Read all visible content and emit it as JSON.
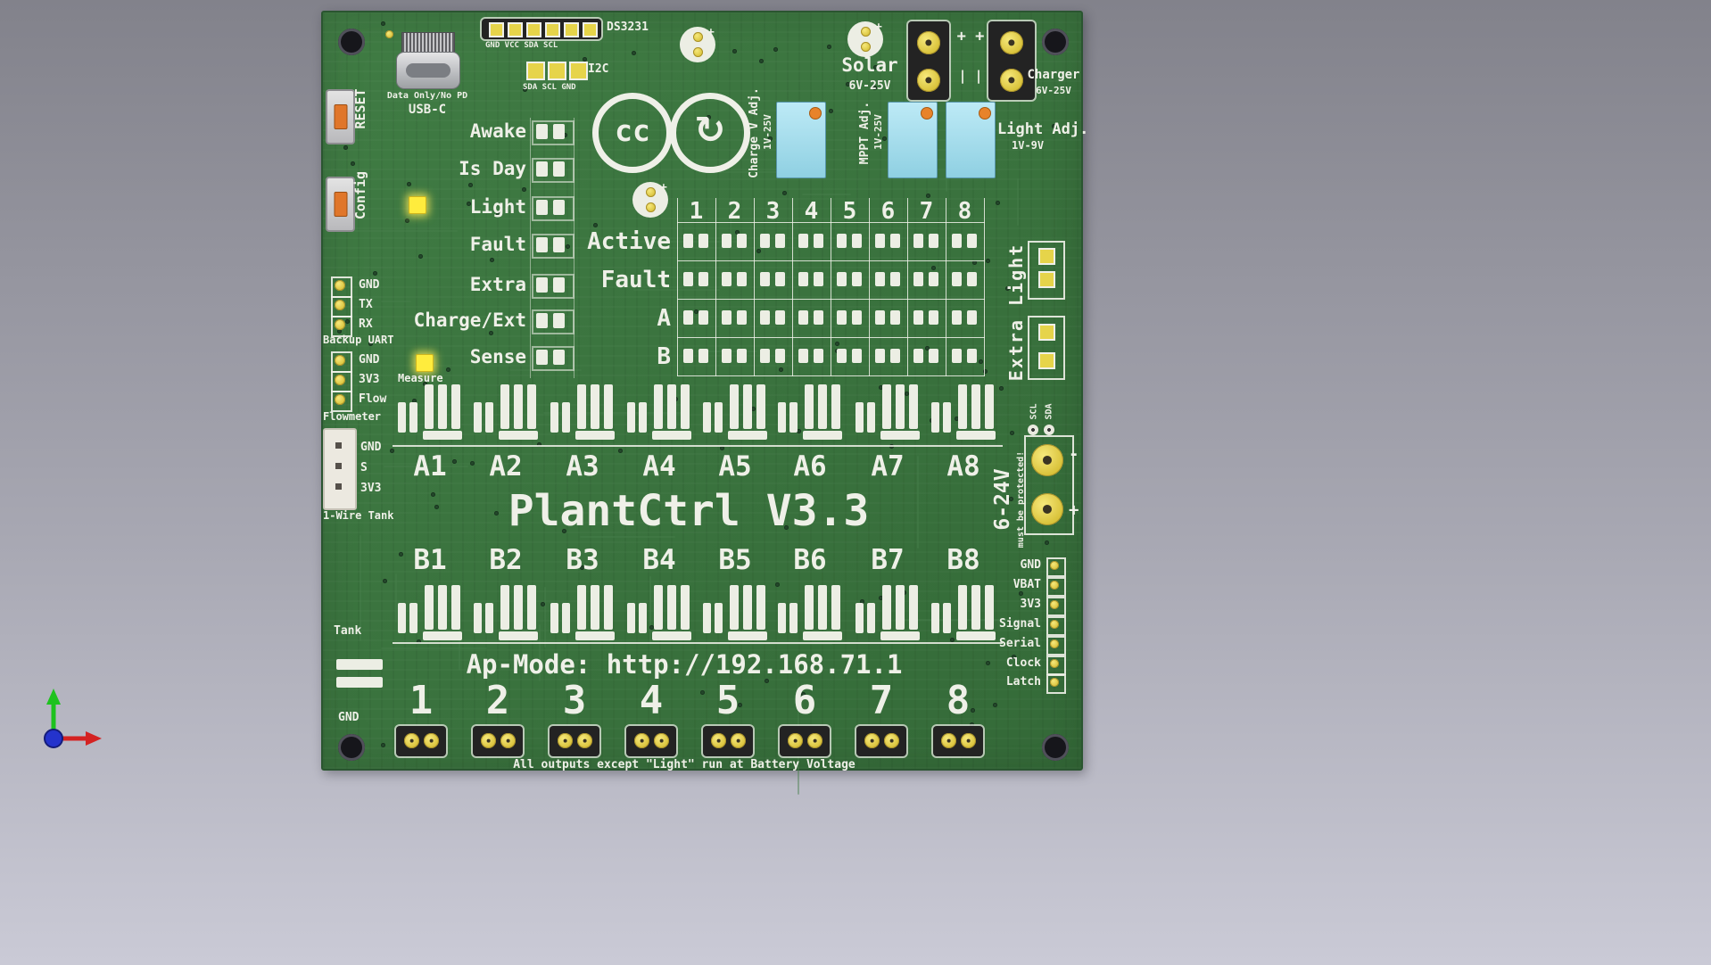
{
  "header": {
    "ds3231_label": "DS3231",
    "ds3231_pins": "GND VCC SDA SCL",
    "usbc_note": "Data Only/No PD",
    "usbc_label": "USB-C",
    "i2c_label": "I2C",
    "i2c_pins": "SDA SCL GND",
    "reset_label": "RESET",
    "config_label": "Config",
    "cc_text": "cc",
    "sharealike_arrow": "↻",
    "solar_label": "Solar",
    "solar_range": "6V-25V",
    "charger_label": "Charger",
    "charger_range": "6V-25V",
    "polarity_plus": "+ +",
    "polarity_minus": "| |",
    "plus_mark": "+"
  },
  "pots": [
    {
      "label": "Charge V Adj.",
      "range": "1V-25V"
    },
    {
      "label": "MPPT Adj.",
      "range": "1V-25V"
    },
    {
      "label": "Light Adj.",
      "range": "1V-9V"
    }
  ],
  "status_leds": [
    "Awake",
    "Is Day",
    "Light",
    "Fault",
    "Extra",
    "Charge/Ext",
    "Sense"
  ],
  "measure_label": "Measure",
  "matrix": {
    "columns": [
      "1",
      "2",
      "3",
      "4",
      "5",
      "6",
      "7",
      "8"
    ],
    "rows": [
      "Active",
      "Fault",
      "A",
      "B"
    ]
  },
  "extra_light_label": "Extra Light",
  "left_side": {
    "uart_pins": [
      "GND",
      "TX",
      "RX"
    ],
    "uart_label": "Backup UART",
    "flow_pins": [
      "GND",
      "3V3",
      "Flow"
    ],
    "flow_label": "Flowmeter",
    "onewire_pins": [
      "GND",
      "S",
      "3V3"
    ],
    "onewire_label": "1-Wire Tank",
    "tank_label": "Tank",
    "tank_gnd": "GND"
  },
  "channels": {
    "a": [
      "A1",
      "A2",
      "A3",
      "A4",
      "A5",
      "A6",
      "A7",
      "A8"
    ],
    "b": [
      "B1",
      "B2",
      "B3",
      "B4",
      "B5",
      "B6",
      "B7",
      "B8"
    ],
    "bottom": [
      "1",
      "2",
      "3",
      "4",
      "5",
      "6",
      "7",
      "8"
    ]
  },
  "title": "PlantCtrl V3.3",
  "ap_mode": "Ap-Mode: http://192.168.71.1",
  "bottom_note": "All outputs except \"Light\" run at Battery Voltage",
  "right_side": {
    "signals": [
      "GND",
      "VBAT",
      "3V3",
      "Signal",
      "Serial",
      "Clock",
      "Latch"
    ],
    "power_label": "6-24V",
    "power_note": "must be protected!",
    "minus": "-",
    "plus": "+",
    "scl": "SCL",
    "sda": "SDA"
  }
}
